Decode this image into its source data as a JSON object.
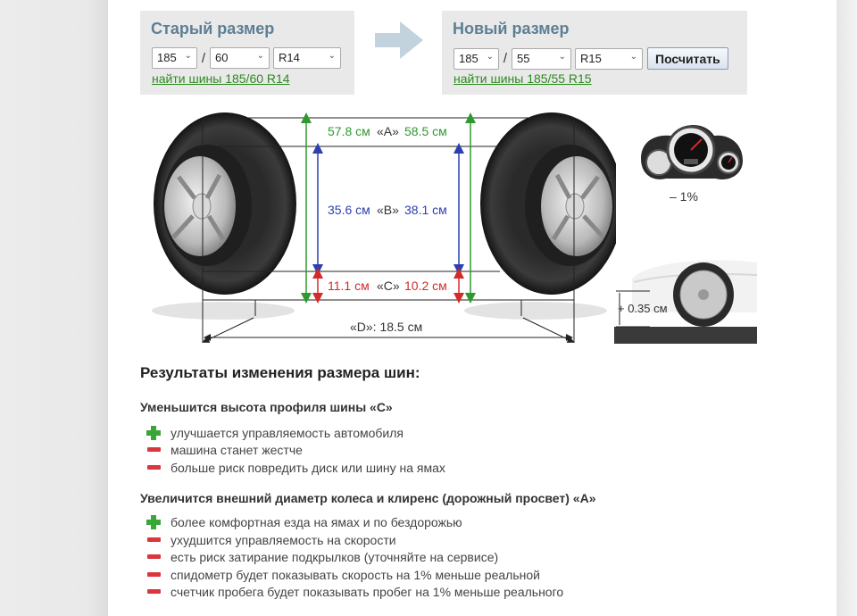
{
  "old_size": {
    "title": "Старый размер",
    "width": "185",
    "profile": "60",
    "rim": "R14",
    "link": "найти шины 185/60 R14"
  },
  "new_size": {
    "title": "Новый размер",
    "width": "185",
    "profile": "55",
    "rim": "R15",
    "link": "найти шины 185/55 R15",
    "button": "Посчитать"
  },
  "separator": "/",
  "diagram": {
    "a_old": "57.8 см",
    "a_label": "«A»",
    "a_new": "58.5 см",
    "b_old": "35.6 см",
    "b_label": "«B»",
    "b_new": "38.1 см",
    "c_old": "11.1 см",
    "c_label": "«C»",
    "c_new": "10.2 см",
    "d_text": "«D»: 18.5 см",
    "speedometer_diff": "– 1%",
    "clearance_diff": "+ 0.35 см"
  },
  "results": {
    "title": "Результаты изменения размера шин:",
    "section1": {
      "heading": "Уменьшится высота профиля шины «C»",
      "items": [
        {
          "sign": "plus",
          "text": "улучшается управляемость автомобиля"
        },
        {
          "sign": "minus",
          "text": "машина станет жестче"
        },
        {
          "sign": "minus",
          "text": "больше риск повредить диск или шину на ямах"
        }
      ]
    },
    "section2": {
      "heading": "Увеличится внешний диаметр колеса и клиренс (дорожный просвет) «A»",
      "items": [
        {
          "sign": "plus",
          "text": "более комфортная езда на ямах и по бездорожью"
        },
        {
          "sign": "minus",
          "text": "ухудшится управляемость на скорости"
        },
        {
          "sign": "minus",
          "text": "есть риск затирание подкрылков (уточняйте на сервисе)"
        },
        {
          "sign": "minus",
          "text": "спидометр будет показывать скорость на 1% меньше реальной"
        },
        {
          "sign": "minus",
          "text": "счетчик пробега будет показывать пробег на 1% меньше реального"
        }
      ]
    }
  },
  "colors": {
    "green": "#2e9a2e",
    "blue": "#2b3fb0",
    "red": "#d42a2a",
    "link": "#2c8a1e",
    "panel": "#e9e9e9",
    "title": "#5d7f95"
  }
}
